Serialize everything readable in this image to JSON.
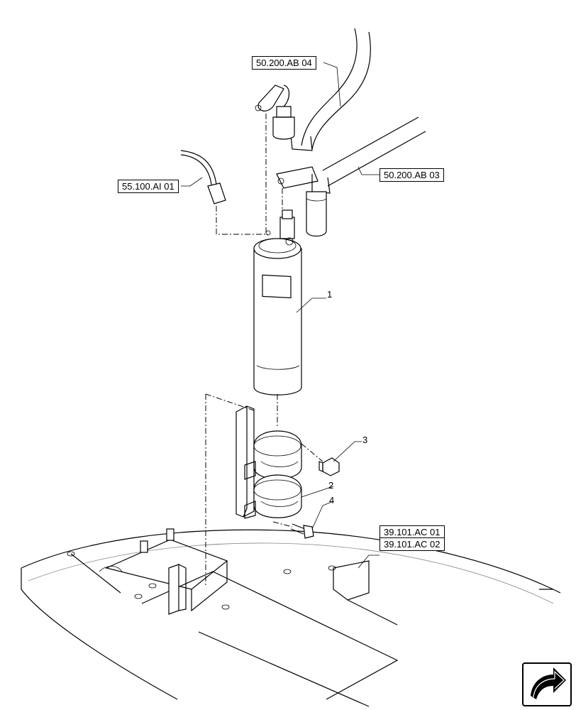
{
  "references": {
    "hose_upper": "50.200.AB 04",
    "hose_lower": "50.200.AB 03",
    "wire": "55.100.AI 01",
    "frame_a": "39.101.AC 01",
    "frame_b": "39.101.AC 02"
  },
  "callouts": {
    "part_1": "1",
    "part_2": "2",
    "part_3": "3",
    "part_4": "4"
  },
  "navigation": {
    "icon": "next-page-arrow-icon"
  }
}
